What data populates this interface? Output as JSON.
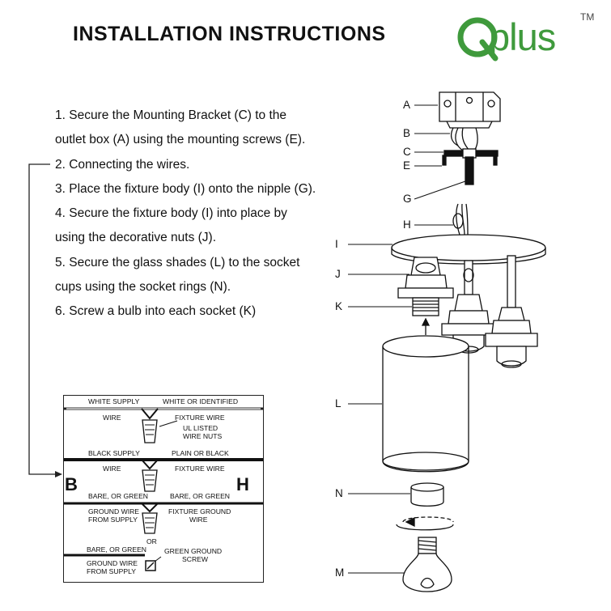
{
  "header": {
    "title": "INSTALLATION INSTRUCTIONS",
    "logo_text": "plus",
    "logo_q": "Q",
    "trademark": "TM",
    "brand_color": "#3f9a3c"
  },
  "steps": [
    "1. Secure the Mounting Bracket (C) to the",
    "outlet box (A) using the mounting screws (E).",
    "2. Connecting the wires.",
    "3. Place the fixture body (I) onto the nipple (G).",
    "4. Secure the fixture body (I) into place by",
    "using the decorative nuts (J).",
    "5. Secure the glass shades (L) to the socket",
    "cups using the socket rings (N).",
    "6. Screw a bulb into each socket (K)"
  ],
  "wiring": {
    "side_left": "B",
    "side_right": "H",
    "white_supply": "WHITE SUPPLY",
    "wire_1": "WIRE",
    "white_identified": "WHITE OR IDENTIFIED",
    "fixture_wire_1": "FIXTURE WIRE",
    "ul_listed": "UL LISTED",
    "wire_nuts": "WIRE NUTS",
    "black_supply": "BLACK SUPPLY",
    "wire_2": "WIRE",
    "plain_black": "PLAIN OR BLACK",
    "fixture_wire_2": "FIXTURE WIRE",
    "bare_green_1": "BARE, OR GREEN",
    "ground_wire_1": "GROUND WIRE",
    "from_supply_1": "FROM SUPPLY",
    "bare_green_2": "BARE, OR GREEN",
    "fixture_ground": "FIXTURE GROUND",
    "wire_3": "WIRE",
    "or": "OR",
    "bare_green_3": "BARE, OR GREEN",
    "ground_wire_2": "GROUND WIRE",
    "from_supply_2": "FROM SUPPLY",
    "green_ground": "GREEN GROUND",
    "screw": "SCREW"
  },
  "parts": [
    "A",
    "B",
    "C",
    "E",
    "G",
    "H",
    "I",
    "J",
    "K",
    "L",
    "N",
    "M"
  ]
}
